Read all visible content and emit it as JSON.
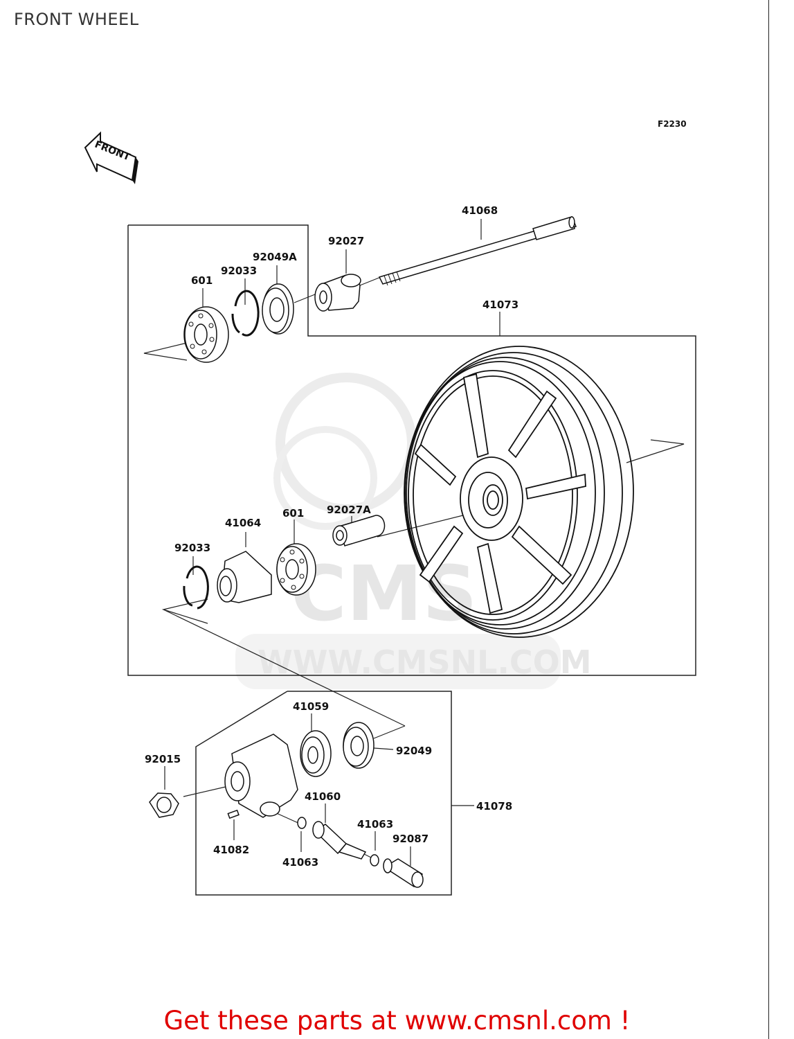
{
  "title": "FRONT WHEEL",
  "figure_code": "F2230",
  "front_arrow_label": "FRONT",
  "watermark": {
    "logo_text": "CMS",
    "url_text": "WWW.CMSNL.COM"
  },
  "labels": {
    "p41068": "41068",
    "p92027": "92027",
    "p92049A": "92049A",
    "p92033_top": "92033",
    "p601_top": "601",
    "p41073": "41073",
    "p41064": "41064",
    "p601_mid": "601",
    "p92027A": "92027A",
    "p92033_mid": "92033",
    "p41059": "41059",
    "p92049": "92049",
    "p92015": "92015",
    "p41078": "41078",
    "p41060": "41060",
    "p41063_right": "41063",
    "p92087": "92087",
    "p41082": "41082",
    "p41063_left": "41063"
  },
  "promo_text": "Get these parts at www.cmsnl.com !",
  "colors": {
    "promo": "#e00000",
    "lines": "#222222",
    "watermark": "#e6e6e6"
  }
}
